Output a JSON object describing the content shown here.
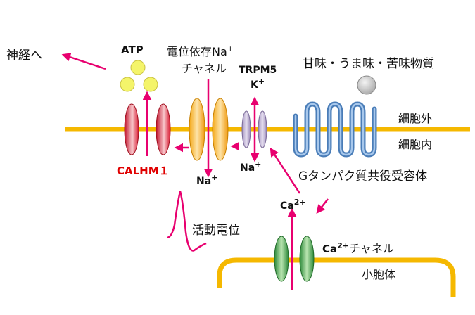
{
  "labels": {
    "to_nerve": "神経へ",
    "atp": "ATP",
    "voltage_na_line1": "電位依存Na",
    "voltage_na_sup": "+",
    "voltage_na_line2": "チャネル",
    "trpm5": "TRPM5",
    "k_ion": "K",
    "k_sup": "+",
    "taste_substances": "甘味・うま味・苦味物質",
    "extracellular": "細胞外",
    "intracellular": "細胞内",
    "calhm1": "CALHM１",
    "na_ion_1": "Na",
    "na_sup_1": "+",
    "na_ion_2": "Na",
    "na_sup_2": "+",
    "gpcr": "Gタンパク質共役受容体",
    "ca_ion": "Ca",
    "ca_sup": "2+",
    "action_potential": "活動電位",
    "ca_channel": "Ca",
    "ca_channel_sup": "2+",
    "ca_channel_suffix": "チャネル",
    "organelle": "小胞体"
  },
  "colors": {
    "membrane": "#f5b800",
    "arrow": "#e8006f",
    "calhm1_text": "#e00000",
    "receptor": "#4a7db8",
    "atp_vesicle": "#f4f46a",
    "na_channel": "#f0a020",
    "trpm5_channel": "#b0a0c8",
    "ca_channel": "#48a848",
    "calhm1_channel": "#d81830",
    "ligand": "#c8c8c8"
  }
}
